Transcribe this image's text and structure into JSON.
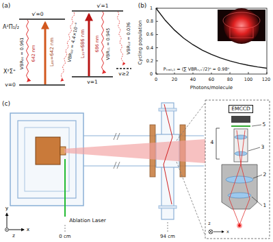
{
  "diagram": {
    "nodes": [
      {
        "text": [
          "EMCCD"
        ]
      }
    ],
    "labels": [
      "(a)",
      "v′=0",
      "v′=1",
      "A²Π₁/₂",
      "X²Σ⁺",
      "v=0",
      "v=1",
      "v≥2",
      "VBR₀₀ = 0.961",
      "642 nm",
      "L₀₀=642 nm",
      "VBR₁₀ = 4.4×10⁻⁴",
      "L₁₁=686 nm",
      "686 nm",
      "VBR₁₁ = 0.945",
      "VBR₁₂ = 0.036",
      "(b)",
      "Cycling population",
      "Photons/molecule",
      "0",
      "20",
      "40",
      "60",
      "80",
      "100",
      "120",
      "0",
      "0.2",
      "0.4",
      "0.6",
      "0.8",
      "1",
      "Pᵥ₌₀,₁ = (∑ VBRᵥ,ᵥ′/2)ⁿ ≈ 0.98ⁿ",
      "(c)",
      "Ablation Laser",
      "0 cm",
      "94 cm",
      "y",
      "x",
      "z",
      "1",
      "2",
      "3",
      "4",
      "5",
      "x",
      "z"
    ]
  }
}
